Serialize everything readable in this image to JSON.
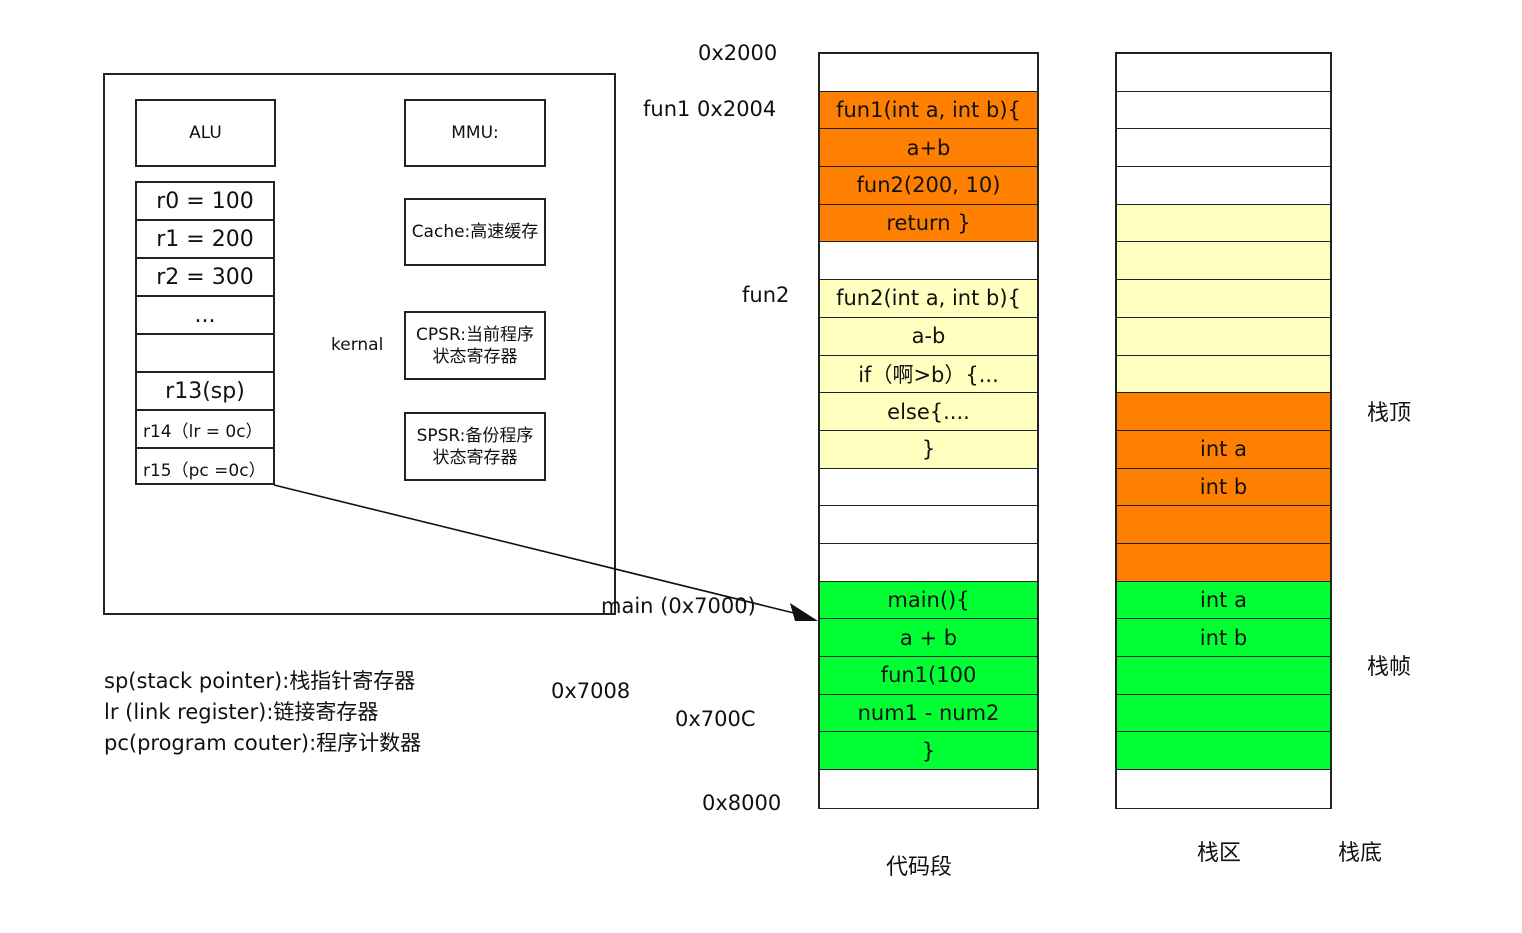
{
  "colors": {
    "orange": "#ff8000",
    "yellow": "#ffffc0",
    "green": "#00ff33",
    "white": "#ffffff",
    "border": "#222222"
  },
  "cpu": {
    "alu": "ALU",
    "mmu": "MMU:",
    "cache": "Cache:高速缓存",
    "cpsr": "CPSR:当前程序状态寄存器",
    "spsr": "SPSR:备份程序状态寄存器",
    "kernal": "kernal",
    "registers": [
      {
        "label": "r0 = 100",
        "small": false
      },
      {
        "label": "r1 = 200",
        "small": false
      },
      {
        "label": "r2 = 300",
        "small": false
      },
      {
        "label": "...",
        "small": false
      },
      {
        "label": "",
        "small": false
      },
      {
        "label": "r13(sp)",
        "small": false
      },
      {
        "label": "r14（lr = 0c）",
        "small": true
      },
      {
        "label": "r15（pc =0c）",
        "small": true
      }
    ]
  },
  "legend": [
    "sp(stack pointer):栈指针寄存器",
    "lr (link register):链接寄存器",
    "pc(program couter):程序计数器"
  ],
  "addresses": {
    "a2000": "0x2000",
    "fun1": "fun1 0x2004",
    "fun2": "fun2",
    "main": "main (0x7000)",
    "a7008": "0x7008",
    "a700c": "0x700C",
    "a8000": "0x8000"
  },
  "code_segment": {
    "caption": "代码段",
    "cells": [
      {
        "text": "",
        "color": "white"
      },
      {
        "text": "fun1(int a, int b){",
        "color": "orange"
      },
      {
        "text": "a+b",
        "color": "orange"
      },
      {
        "text": "fun2(200, 10)",
        "color": "orange"
      },
      {
        "text": "return }",
        "color": "orange"
      },
      {
        "text": "",
        "color": "white"
      },
      {
        "text": "fun2(int a, int b){",
        "color": "yellow"
      },
      {
        "text": "a-b",
        "color": "yellow"
      },
      {
        "text": "if（啊>b）{...",
        "color": "yellow"
      },
      {
        "text": "else{....",
        "color": "yellow"
      },
      {
        "text": "}",
        "color": "yellow"
      },
      {
        "text": "",
        "color": "white"
      },
      {
        "text": "",
        "color": "white"
      },
      {
        "text": "",
        "color": "white"
      },
      {
        "text": "main(){",
        "color": "green"
      },
      {
        "text": "a + b",
        "color": "green"
      },
      {
        "text": "fun1(100",
        "color": "green"
      },
      {
        "text": "num1 - num2",
        "color": "green"
      },
      {
        "text": "}",
        "color": "green"
      },
      {
        "text": "",
        "color": "white"
      }
    ]
  },
  "stack": {
    "caption": "栈区",
    "top_label": "栈顶",
    "frame_label": "栈帧",
    "bottom_label": "栈底",
    "cells": [
      {
        "text": "",
        "color": "white"
      },
      {
        "text": "",
        "color": "white"
      },
      {
        "text": "",
        "color": "white"
      },
      {
        "text": "",
        "color": "white"
      },
      {
        "text": "",
        "color": "yellow"
      },
      {
        "text": "",
        "color": "yellow"
      },
      {
        "text": "",
        "color": "yellow"
      },
      {
        "text": "",
        "color": "yellow"
      },
      {
        "text": "",
        "color": "yellow"
      },
      {
        "text": "",
        "color": "orange"
      },
      {
        "text": "int a",
        "color": "orange"
      },
      {
        "text": "int b",
        "color": "orange"
      },
      {
        "text": "",
        "color": "orange"
      },
      {
        "text": "",
        "color": "orange"
      },
      {
        "text": "int a",
        "color": "green"
      },
      {
        "text": "int b",
        "color": "green"
      },
      {
        "text": "",
        "color": "green"
      },
      {
        "text": "",
        "color": "green"
      },
      {
        "text": "",
        "color": "green"
      },
      {
        "text": "",
        "color": "white"
      }
    ]
  }
}
